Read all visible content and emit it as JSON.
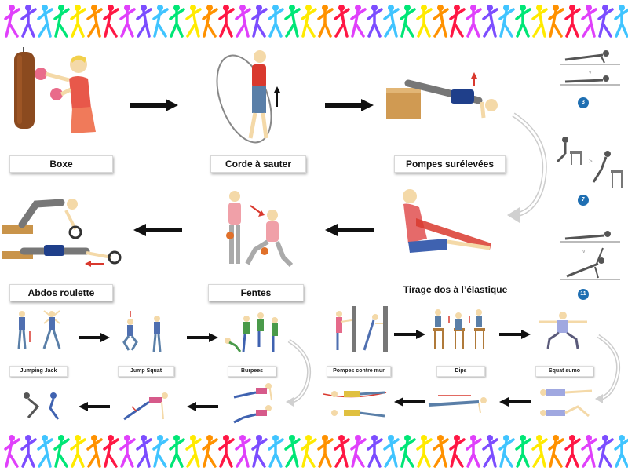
{
  "main_circuit": {
    "labels": {
      "boxe": "Boxe",
      "corde": "Corde à sauter",
      "pompes_surelevees": "Pompes surélevées",
      "abdos_roulette": "Abdos roulette",
      "fentes": "Fentes",
      "tirage_dos": "Tirage dos à l’élastique"
    }
  },
  "side_sequence": {
    "steps": [
      "3",
      "7",
      "11"
    ]
  },
  "left_circuit": {
    "labels": {
      "jumping_jack": "Jumping Jack",
      "jump_squat": "Jump Squat",
      "burpees": "Burpees"
    }
  },
  "right_circuit": {
    "labels": {
      "pompes_mur": "Pompes contre mur",
      "dips": "Dips",
      "squat_sumo": "Squat sumo"
    }
  },
  "colors": {
    "arrow": "#111111",
    "badge": "#1f6fb2",
    "band_colors": [
      "#e040fb",
      "#7c4dff",
      "#40c4ff",
      "#00e676",
      "#ffea00",
      "#ff9100",
      "#ff1744"
    ]
  }
}
